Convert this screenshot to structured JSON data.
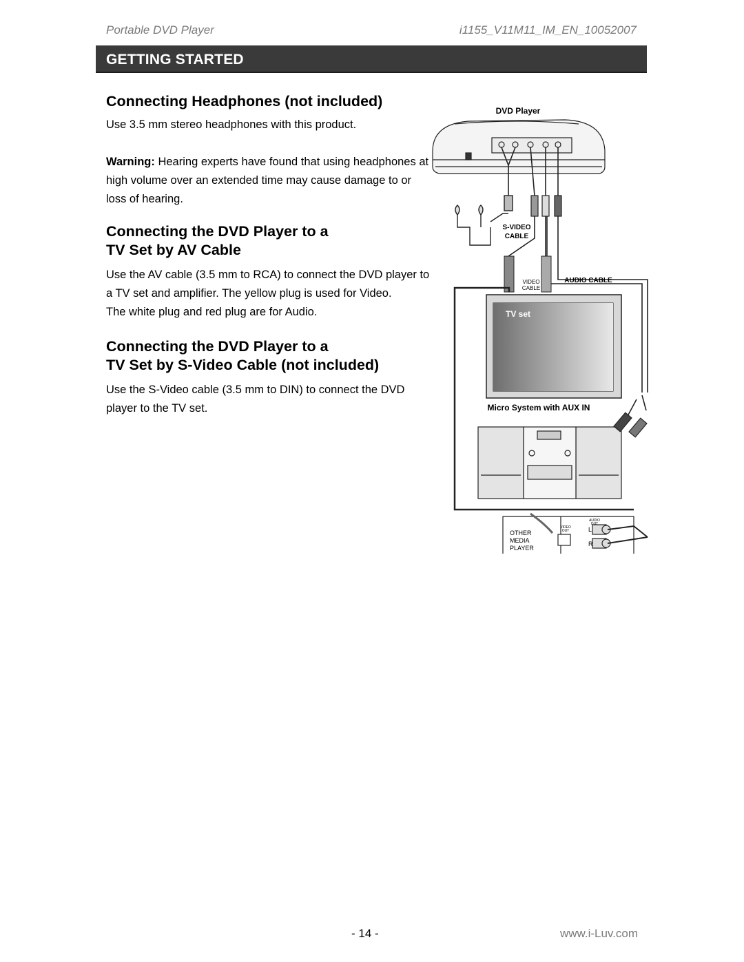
{
  "header": {
    "product": "Portable DVD Player",
    "doc_id": "i1155_V11M11_IM_EN_10052007"
  },
  "section_bar": {
    "title": "GETTING STARTED"
  },
  "sections": [
    {
      "heading": "Connecting Headphones (not included)",
      "body": "Use 3.5 mm stereo headphones with this product.",
      "warning_label": "Warning:",
      "warning_text": " Hearing experts have found that using headphones at high volume over an extended time may cause damage to or loss of hearing."
    },
    {
      "heading_line1": "Connecting the DVD Player to a",
      "heading_line2": "TV Set by AV Cable",
      "body1": "Use the AV cable (3.5 mm to RCA) to connect the DVD player to a TV set and amplifier. The yellow plug is used for Video.",
      "body2": "The white plug and red plug are for Audio."
    },
    {
      "heading_line1": "Connecting the DVD Player to a",
      "heading_line2": "TV Set by S-Video Cable (not included)",
      "body": "Use the S-Video cable (3.5 mm to DIN) to connect the DVD player to the TV set."
    }
  ],
  "diagram": {
    "dvd_player_label": "DVD Player",
    "svideo_cable_label_1": "S-VIDEO",
    "svideo_cable_label_2": "CABLE",
    "video_cable_label_1": "VIDEO",
    "video_cable_label_2": "CABLE",
    "audio_cable_label": "AUDIO CABLE",
    "tv_label": "TV set",
    "micro_system_label": "Micro System with AUX IN",
    "other_media_1": "OTHER",
    "other_media_2": "MEDIA",
    "other_media_3": "PLAYER",
    "port_video_1": "VIDEO",
    "port_video_2": "OUT",
    "port_audio_1": "AUDIO",
    "port_audio_2": "OUT",
    "port_l": "L",
    "port_r": "R"
  },
  "footer": {
    "page_number": "- 14 -",
    "website": "www.i-Luv.com"
  }
}
